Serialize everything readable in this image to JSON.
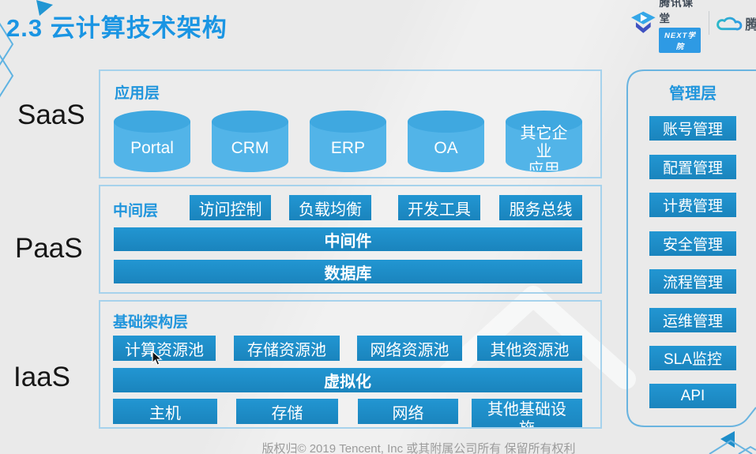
{
  "slide": {
    "title": "2.3 云计算技术架构"
  },
  "header": {
    "brand_name": "腾讯课堂",
    "brand_badge": "NEXT学院",
    "partial_logo_text": "腾"
  },
  "stack_labels": {
    "saas": "SaaS",
    "paas": "PaaS",
    "iaas": "IaaS"
  },
  "app_layer": {
    "title": "应用层",
    "cylinders": [
      "Portal",
      "CRM",
      "ERP",
      "OA",
      "其它企业\n应用"
    ]
  },
  "middle_layer": {
    "title": "中间层",
    "components": [
      "访问控制",
      "负载均衡",
      "开发工具",
      "服务总线"
    ],
    "bars": [
      "中间件",
      "数据库"
    ]
  },
  "infra_layer": {
    "title": "基础架构层",
    "pools": [
      "计算资源池",
      "存储资源池",
      "网络资源池",
      "其他资源池"
    ],
    "virtualization": "虚拟化",
    "hardware": [
      "主机",
      "存储",
      "网络",
      "其他基础设施"
    ]
  },
  "management_layer": {
    "title": "管理层",
    "items": [
      "账号管理",
      "配置管理",
      "计费管理",
      "安全管理",
      "流程管理",
      "运维管理",
      "SLA监控",
      "API"
    ]
  },
  "footer": {
    "copyright": "版权归© 2019 Tencent, Inc 或其附属公司所有 保留所有权利"
  },
  "colors": {
    "accent_blue": "#1a95e3",
    "button_blue": "#1d8dc9",
    "cylinder_blue": "#52b4e8",
    "box_border_blue": "#a6d2ec",
    "panel_border_blue": "#69b4e0"
  }
}
